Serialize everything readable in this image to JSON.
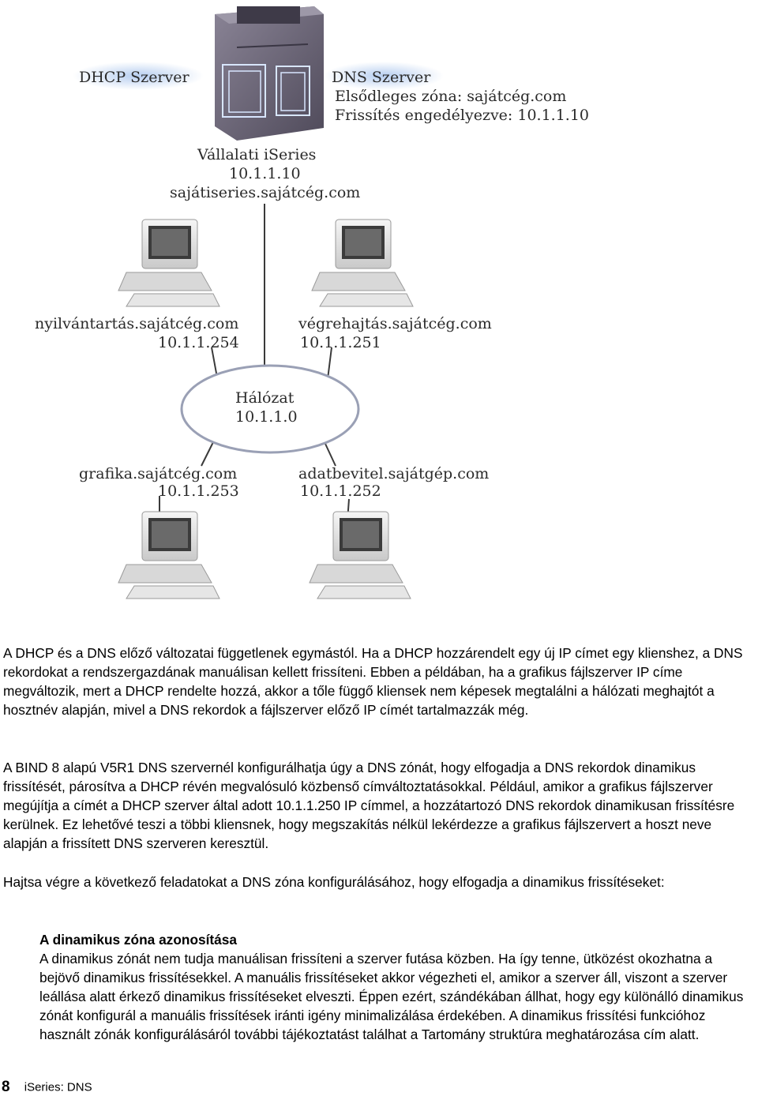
{
  "figure": {
    "dhcp_label": "DHCP Szerver",
    "dns_label": "DNS Szerver",
    "dns_zone": "Elsődleges zóna: sajátcég.com",
    "dns_update": "Frissítés engedélyezve: 10.1.1.10",
    "iseries_name": "Vállalati iSeries",
    "iseries_ip": "10.1.1.10",
    "iseries_host": "sajátiseries.sajátcég.com",
    "client_1_host": "nyilvántartás.sajátcég.com",
    "client_1_ip": "10.1.1.254",
    "client_2_host": "végrehajtás.sajátcég.com",
    "client_2_ip": "10.1.1.251",
    "network_name": "Hálózat",
    "network_ip": "10.1.1.0",
    "client_3_host": "grafika.sajátcég.com",
    "client_3_ip": "10.1.1.253",
    "client_4_host": "adatbevitel.sajátgép.com",
    "client_4_ip": "10.1.1.252"
  },
  "paragraphs": [
    "A DHCP és a DNS előző változatai függetlenek egymástól. Ha a DHCP hozzárendelt egy új IP címet egy klienshez, a DNS rekordokat a rendszergazdának manuálisan kellett frissíteni. Ebben a példában, ha a grafikus fájlszerver IP címe megváltozik, mert a DHCP rendelte hozzá, akkor a tőle függő kliensek nem képesek megtalálni a hálózati meghajtót a hosztnév alapján, mivel a DNS rekordok a fájlszerver előző IP címét tartalmazzák még.",
    "A BIND 8 alapú V5R1 DNS szervernél konfigurálhatja úgy a DNS zónát, hogy elfogadja a DNS rekordok dinamikus frissítését, párosítva a DHCP révén megvalósuló közbenső címváltoztatásokkal. Például, amikor a grafikus fájlszerver megújítja a címét a DHCP szerver által adott 10.1.1.250 IP címmel, a hozzátartozó DNS rekordok dinamikusan frissítésre kerülnek. Ez lehetővé teszi a többi kliensnek, hogy megszakítás nélkül lekérdezze a grafikus fájlszervert a hoszt neve alapján a frissített DNS szerveren keresztül.",
    "Hajtsa végre a következő feladatokat a DNS zóna konfigurálásához, hogy elfogadja a dinamikus frissítéseket:"
  ],
  "subsection": {
    "heading": "A dinamikus zóna azonosítása",
    "text": "A dinamikus zónát nem tudja manuálisan frissíteni a szerver futása közben. Ha így tenne, ütközést okozhatna a bejövő dinamikus frissítésekkel. A manuális frissítéseket akkor végezheti el, amikor a szerver áll, viszont a szerver leállása alatt érkező dinamikus frissítéseket elveszti. Éppen ezért, szándékában állhat, hogy egy különálló dinamikus zónát konfigurál a manuális frissítések iránti igény minimalizálása érdekében. A dinamikus frissítési funkcióhoz használt zónák konfigurálásáról további tájékoztatást találhat a Tartomány struktúra meghatározása cím alatt."
  },
  "footer": {
    "page_number": "8",
    "running_title": "iSeries:  DNS"
  },
  "colors": {
    "label_highlight": "#aec8ee",
    "server_body": "#6b6478",
    "ellipse_stroke": "#9aa0b5"
  }
}
